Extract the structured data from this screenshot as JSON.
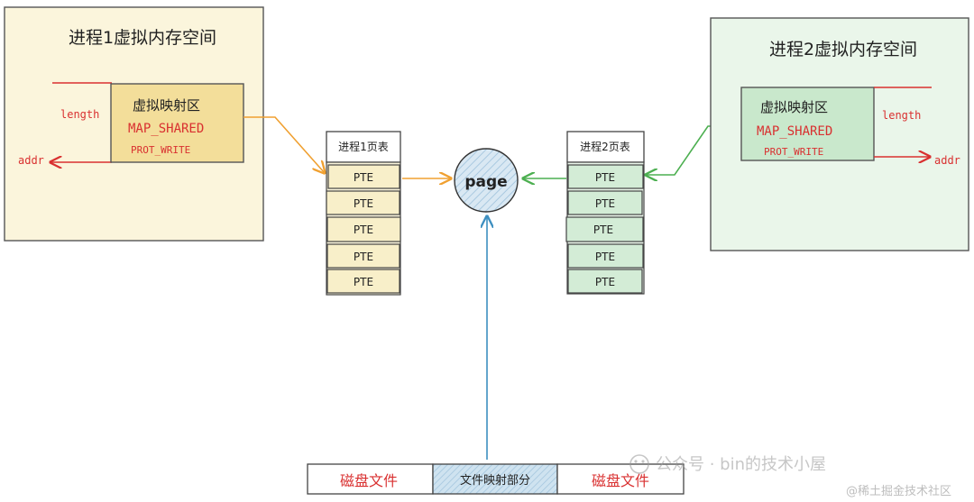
{
  "process1": {
    "space_title": "进程1虚拟内存空间",
    "mmap_area": {
      "title": "虚拟映射区",
      "flag": "MAP_SHARED",
      "prot": "PROT_WRITE"
    },
    "length_label": "length",
    "addr_label": "addr",
    "page_table": {
      "title": "进程1页表",
      "entries": [
        "PTE",
        "PTE",
        "PTE",
        "PTE",
        "PTE"
      ]
    }
  },
  "process2": {
    "space_title": "进程2虚拟内存空间",
    "mmap_area": {
      "title": "虚拟映射区",
      "flag": "MAP_SHARED",
      "prot": "PROT_WRITE"
    },
    "length_label": "length",
    "addr_label": "addr",
    "page_table": {
      "title": "进程2页表",
      "entries": [
        "PTE",
        "PTE",
        "PTE",
        "PTE",
        "PTE"
      ]
    }
  },
  "page_node": {
    "label": "page"
  },
  "disk": {
    "left_label": "磁盘文件",
    "mapped_label": "文件映射部分",
    "right_label": "磁盘文件"
  },
  "watermark": {
    "channel": "公众号 · bin的技术小屋",
    "site": "@稀土掘金技术社区"
  },
  "colors": {
    "process1_fill": "#fbf5dc",
    "process1_area": "#f3de9a",
    "process2_fill": "#eaf6ea",
    "process2_area": "#c9e8cc",
    "pte1_fill": "#f8efc9",
    "pte2_fill": "#d3ecd6",
    "page_fill": "#d9e8f3",
    "orange_arrow": "#f0a030",
    "green_arrow": "#4caf50",
    "blue_arrow": "#3d8fc0",
    "red_text": "#d93030",
    "mapped_fill": "#cfe3f0"
  }
}
